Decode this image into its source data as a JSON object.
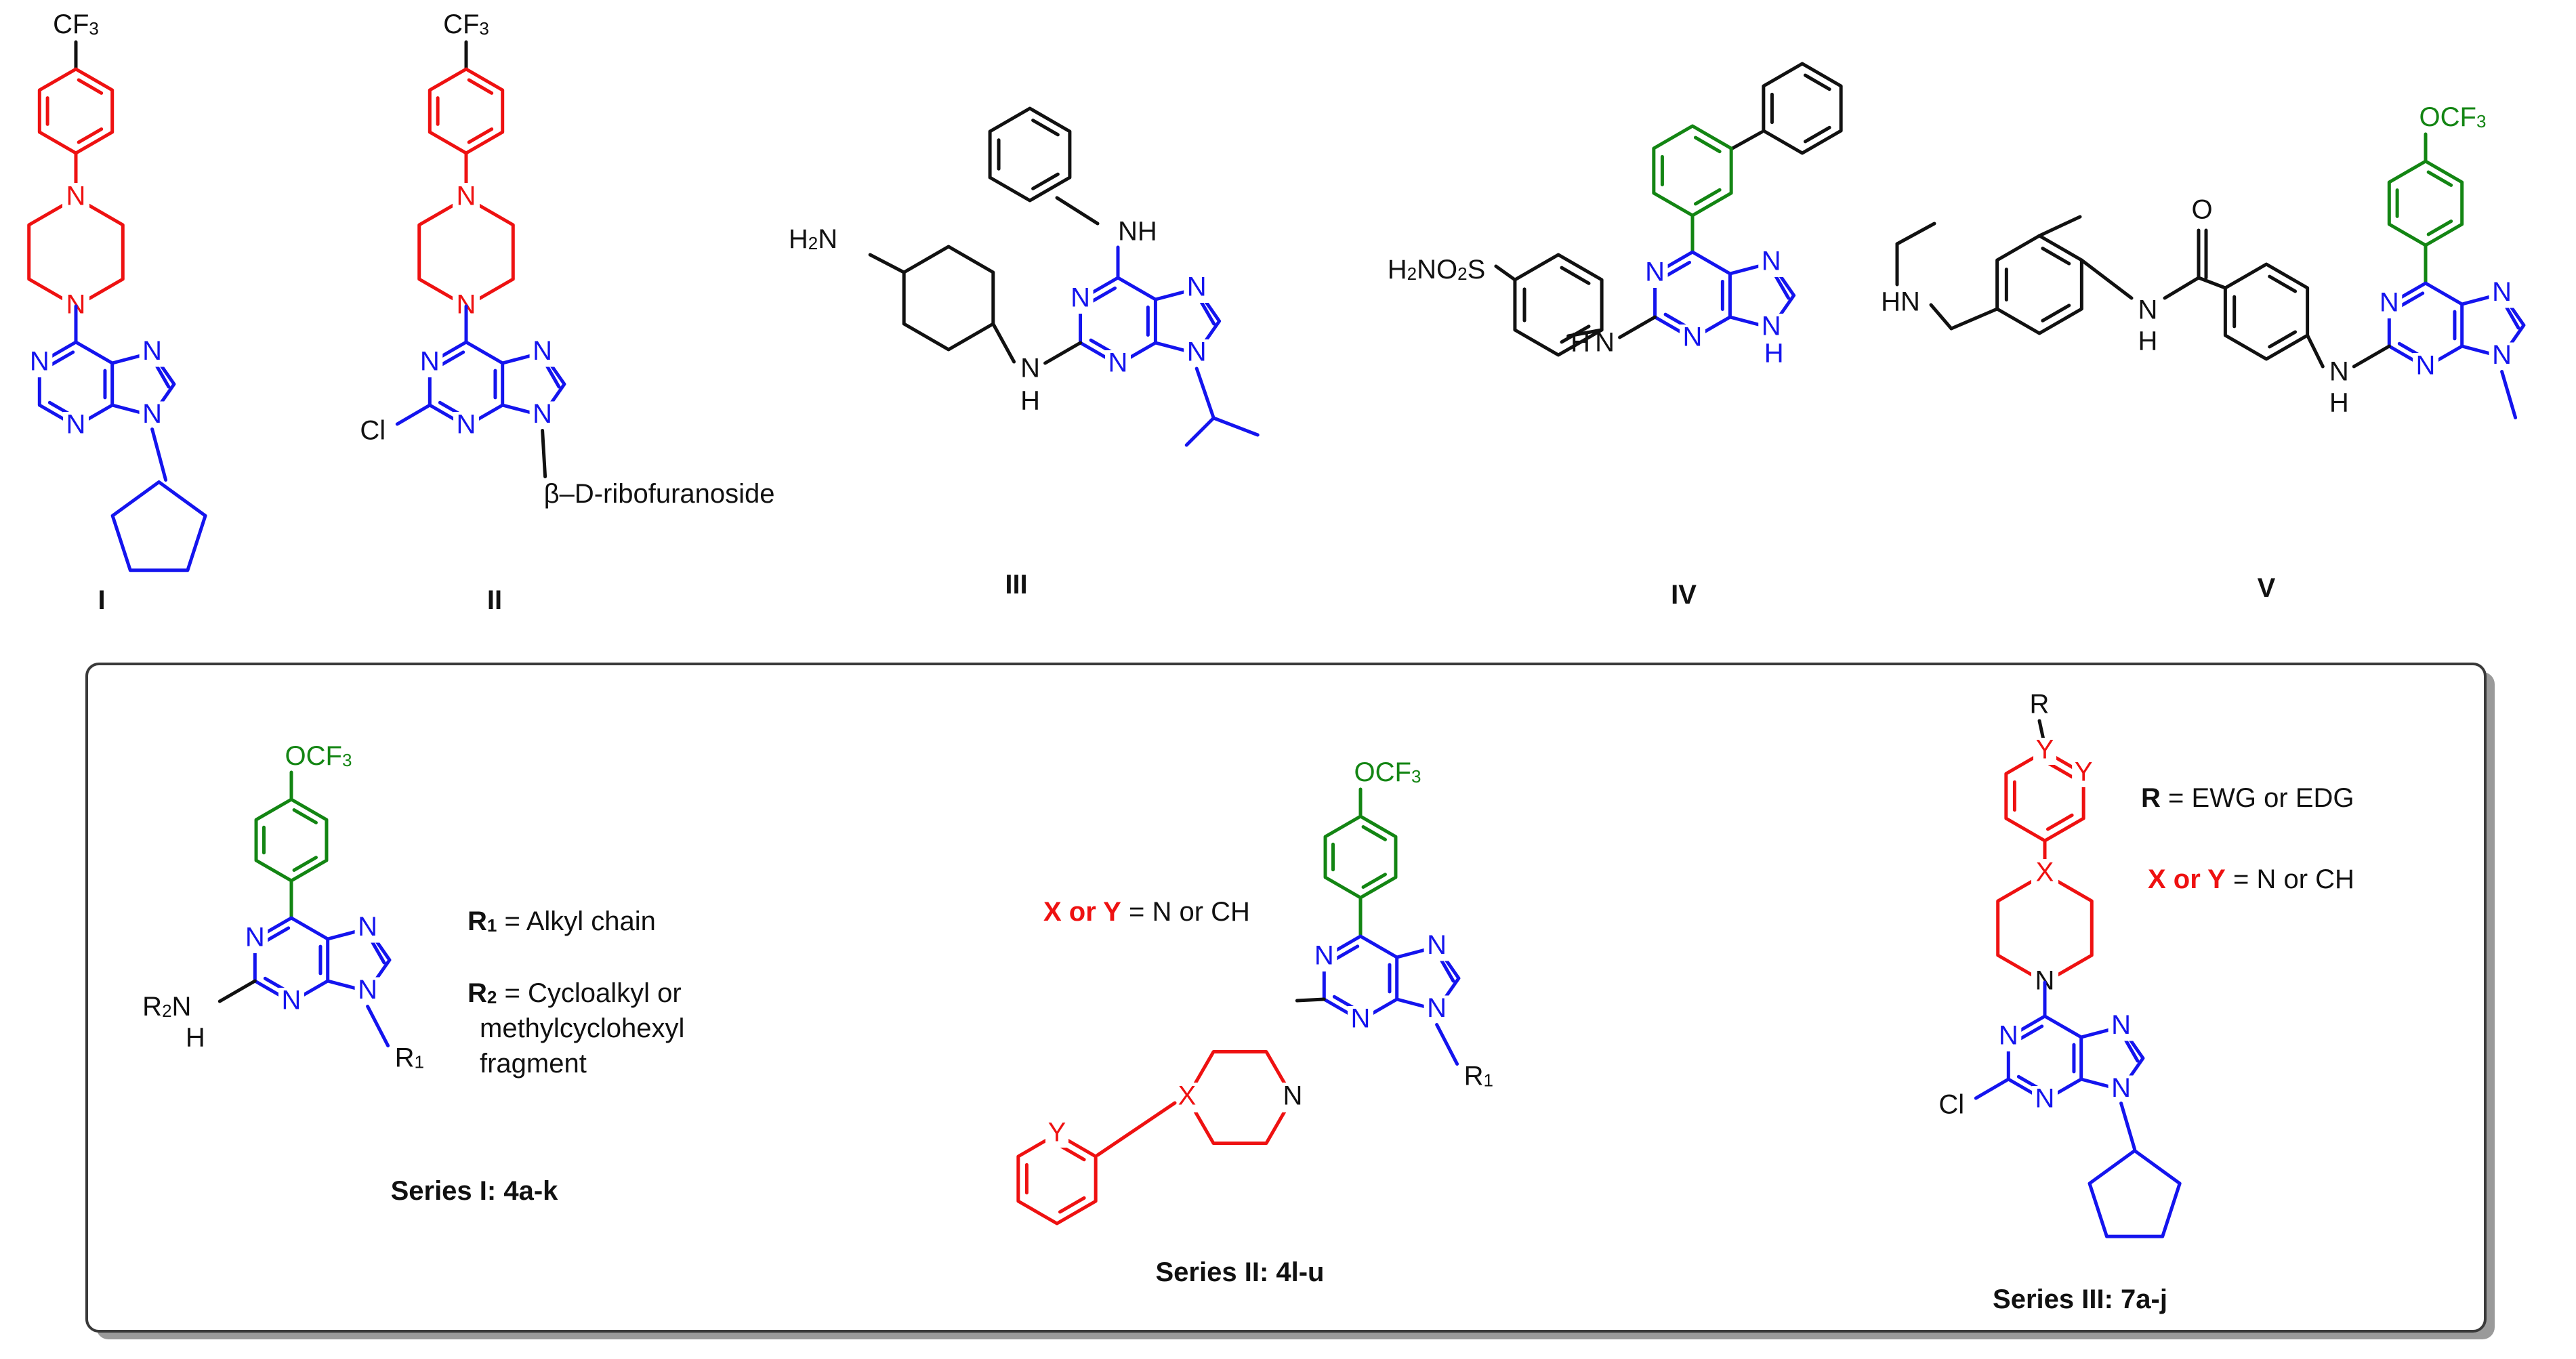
{
  "colors": {
    "blue": "#1414ee",
    "red": "#ee1111",
    "green": "#138513",
    "black": "#111111",
    "frame": "#3a3a3a",
    "shadow": "#9a9a9a"
  },
  "labels": {
    "cf3": "CF",
    "ocf3": "OCF",
    "sub3": "3",
    "sub2": "2",
    "sub1": "1",
    "N": "N",
    "H": "H",
    "NH": "NH",
    "HN": "HN",
    "Cl": "Cl",
    "O": "O",
    "S": "S",
    "H2N": "H",
    "H2NO2S_a": "H",
    "H2NO2S_b": "NO",
    "ribo": "β–D-ribofuranoside",
    "X": "X",
    "Y": "Y",
    "R": "R",
    "R2": "R",
    "R1": "R"
  },
  "compounds": {
    "c1": "I",
    "c2": "II",
    "c3": "III",
    "c4": "IV",
    "c5": "V"
  },
  "series": {
    "s1": {
      "title": "Series I: 4a-k",
      "r1_label": "R",
      "r1_sub": "1",
      "r1_text": " = Alkyl chain",
      "r2_label": "R",
      "r2_sub": "2",
      "r2_text": " = Cycloalkyl or",
      "r2_text2": "methylcyclohexyl",
      "r2_text3": "fragment"
    },
    "s2": {
      "title": "Series II: 4l-u",
      "xy_bold": "X or Y",
      "xy_text": " = N or CH"
    },
    "s3": {
      "title": "Series III: 7a-j",
      "r_bold": "R",
      "r_text": " = EWG or EDG",
      "xy_bold": "X or Y",
      "xy_text": " = N or CH"
    }
  }
}
